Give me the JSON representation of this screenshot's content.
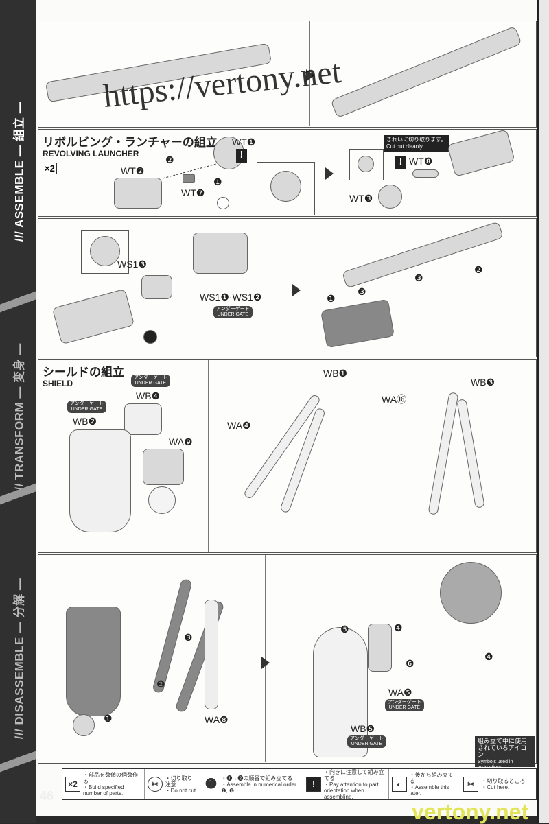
{
  "sidebar": {
    "assemble": "/// ASSEMBLE — 組立 —",
    "transform": "/// TRANSFORM — 変身 —",
    "disassemble": "/// DISASSEMBLE — 分解 —"
  },
  "page_number": "46",
  "launcher": {
    "title_jp": "リボルビング・ランチャーの組立",
    "title_en": "REVOLVING LAUNCHER",
    "count": "×2",
    "wt1": "WT❶",
    "wt2": "WT❷",
    "wt7": "WT❼",
    "wt8": "WT❽",
    "wt3": "WT❸",
    "cut_jp": "きれいに切り取ります。",
    "cut_en": "Cut out cleanly.",
    "step1": "❶",
    "step2": "❷"
  },
  "attach": {
    "ws13": "WS1❸",
    "ws1112": "WS1❶·WS1❷",
    "ug_jp": "アンダーゲート",
    "ug_en": "UNDER GATE",
    "s1": "❶",
    "s2": "❷",
    "s3": "❸"
  },
  "shield": {
    "title_jp": "シールドの組立",
    "title_en": "SHIELD",
    "wb4": "WB❹",
    "wb2": "WB❷",
    "wa9": "WA❾",
    "wb1": "WB❶",
    "wa4": "WA❹",
    "wb3": "WB❸",
    "wa16": "WA⑯"
  },
  "final": {
    "wa8": "WA❽",
    "wa5": "WA❺",
    "wb5": "WB❺",
    "s1": "❶",
    "s2": "❷",
    "s3": "❸",
    "s4": "❹",
    "s5": "❺",
    "s6": "❻"
  },
  "footer": [
    {
      "icon": "×2",
      "jp": "・部品を数値の個数作る",
      "en": "・Build specified number of parts."
    },
    {
      "icon": "✂",
      "jp": "・切り取り注意",
      "en": "・Do not cut."
    },
    {
      "icon": "❶",
      "jp": "・❶→❷の順番で組み立てる",
      "en": "・Assemble in numerical order ❶, ❷..."
    },
    {
      "icon": "!",
      "jp": "・向きに注意して組み立てる",
      "en": "・Pay attention to part orientation when assembling."
    },
    {
      "icon": "◐",
      "jp": "・後から組み立てる",
      "en": "・Assemble this later."
    },
    {
      "icon": "✂",
      "jp": "・切り取るところ",
      "en": "・Cut here."
    }
  ],
  "legend": {
    "jp": "組み立て中に使用されているアイコン",
    "en": "Symbols used in instructions"
  },
  "watermark": {
    "main": "https://vertony.net",
    "corner": "vertony.net"
  }
}
